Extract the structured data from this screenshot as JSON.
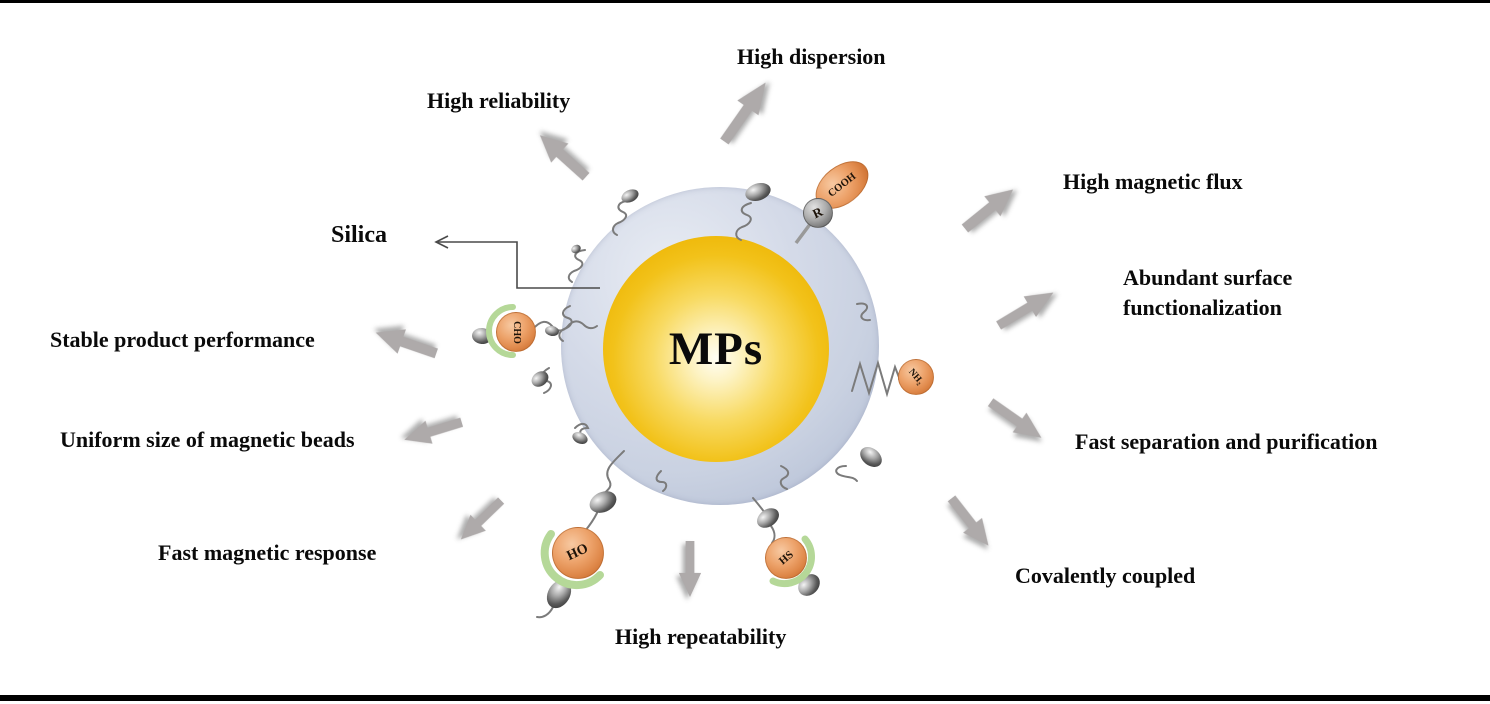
{
  "center": {
    "label": "MPs"
  },
  "silica": {
    "label": "Silica"
  },
  "features": [
    {
      "id": "high-dispersion",
      "label": "High dispersion"
    },
    {
      "id": "high-reliability",
      "label": "High reliability"
    },
    {
      "id": "high-magnetic-flux",
      "label": "High magnetic flux"
    },
    {
      "id": "abundant-surface-functionalization",
      "label": "Abundant surface functionalization"
    },
    {
      "id": "fast-separation-and-purification",
      "label": "Fast separation and purification"
    },
    {
      "id": "covalently-coupled",
      "label": "Covalently coupled"
    },
    {
      "id": "high-repeatability",
      "label": "High repeatability"
    },
    {
      "id": "fast-magnetic-response",
      "label": "Fast magnetic response"
    },
    {
      "id": "uniform-size-of-magnetic-beads",
      "label": "Uniform size of magnetic beads"
    },
    {
      "id": "stable-product-performance",
      "label": "Stable product performance"
    }
  ],
  "functional_groups": {
    "cooh": "COOH",
    "r": "R",
    "cho": "CHO",
    "nh2": "NH₂",
    "ho": "HO",
    "hs": "HS"
  },
  "colors": {
    "core_gold": "#EDB402",
    "shell_blue_gray": "#C9D1E1",
    "arrow_gray": "#AEAAAA",
    "group_orange": "#E08A4C",
    "crescent_green": "#B5D898",
    "bead_gray": "#5F5F5F",
    "text_black": "#0A0A0A"
  }
}
